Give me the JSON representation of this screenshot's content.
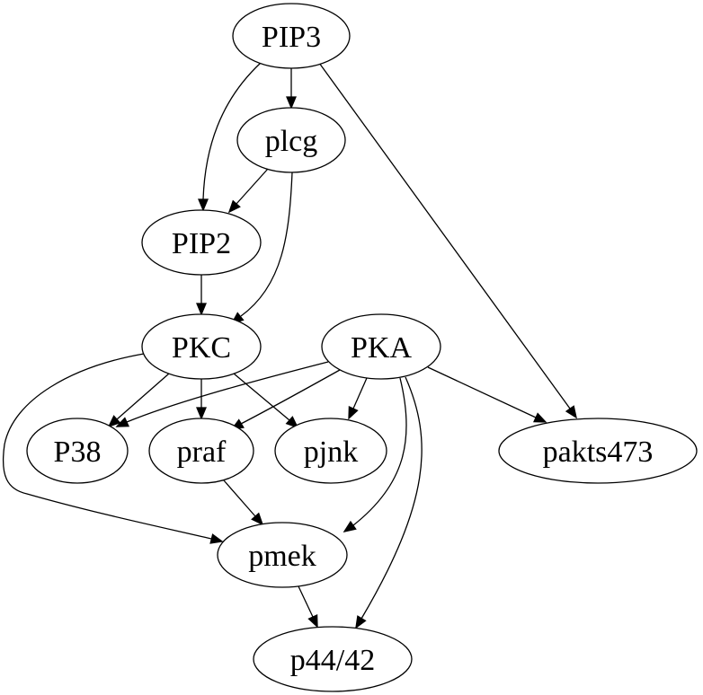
{
  "diagram": {
    "type": "directed-graph",
    "nodes": [
      {
        "id": "PIP3",
        "label": "PIP3"
      },
      {
        "id": "plcg",
        "label": "plcg"
      },
      {
        "id": "PIP2",
        "label": "PIP2"
      },
      {
        "id": "PKC",
        "label": "PKC"
      },
      {
        "id": "PKA",
        "label": "PKA"
      },
      {
        "id": "P38",
        "label": "P38"
      },
      {
        "id": "praf",
        "label": "praf"
      },
      {
        "id": "pjnk",
        "label": "pjnk"
      },
      {
        "id": "pakts473",
        "label": "pakts473"
      },
      {
        "id": "pmek",
        "label": "pmek"
      },
      {
        "id": "p44_42",
        "label": "p44/42"
      }
    ],
    "edges": [
      {
        "from": "PIP3",
        "to": "plcg"
      },
      {
        "from": "PIP3",
        "to": "PIP2"
      },
      {
        "from": "PIP3",
        "to": "pakts473"
      },
      {
        "from": "plcg",
        "to": "PIP2"
      },
      {
        "from": "plcg",
        "to": "PKC"
      },
      {
        "from": "PIP2",
        "to": "PKC"
      },
      {
        "from": "PKC",
        "to": "P38"
      },
      {
        "from": "PKC",
        "to": "praf"
      },
      {
        "from": "PKC",
        "to": "pjnk"
      },
      {
        "from": "PKC",
        "to": "pmek"
      },
      {
        "from": "PKA",
        "to": "P38"
      },
      {
        "from": "PKA",
        "to": "praf"
      },
      {
        "from": "PKA",
        "to": "pjnk"
      },
      {
        "from": "PKA",
        "to": "pakts473"
      },
      {
        "from": "PKA",
        "to": "pmek"
      },
      {
        "from": "PKA",
        "to": "p44_42"
      },
      {
        "from": "praf",
        "to": "pmek"
      },
      {
        "from": "pmek",
        "to": "p44_42"
      }
    ]
  }
}
